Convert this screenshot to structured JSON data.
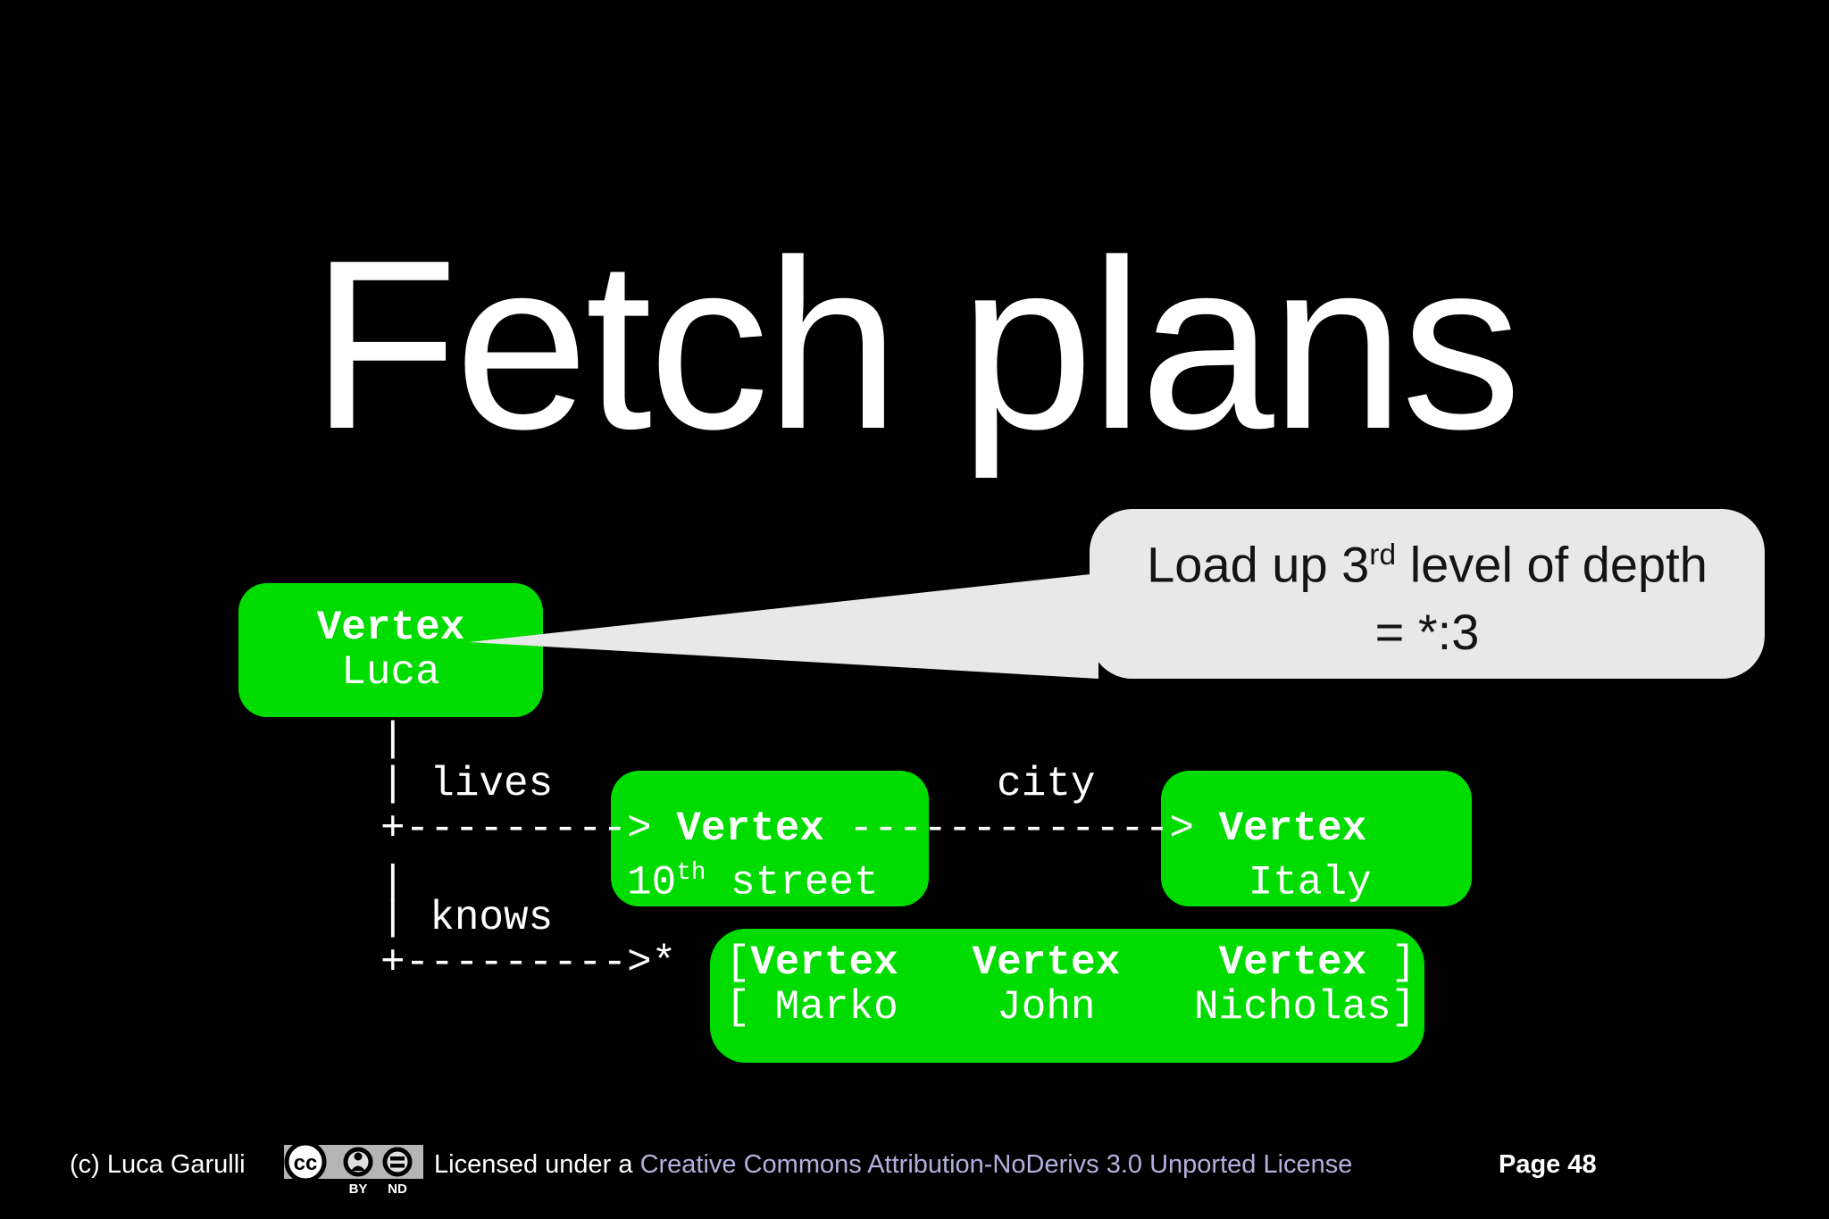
{
  "slide": {
    "title": "Fetch plans"
  },
  "bubble": {
    "line1": [
      {
        "t": "Load up 3"
      },
      {
        "t": "rd",
        "sup": true
      },
      {
        "t": " level of depth"
      }
    ],
    "line2": "= *:3"
  },
  "nodes": {
    "luca_type": "Vertex",
    "luca_name": "Luca"
  },
  "ascii": {
    "lines": [
      [
        {
          "t": "|"
        }
      ],
      [
        {
          "t": "| lives                  city"
        }
      ],
      [
        {
          "t": "+---------> "
        },
        {
          "t": "Vertex",
          "b": true
        },
        {
          "t": " -------------> "
        },
        {
          "t": "Vertex",
          "b": true
        }
      ],
      [
        {
          "t": "|         10"
        },
        {
          "t": "th",
          "sup": true
        },
        {
          "t": " street               "
        },
        {
          "t": "Italy"
        }
      ],
      [
        {
          "t": "| knows"
        }
      ],
      [
        {
          "t": "+--------->*  ["
        },
        {
          "t": "Vertex",
          "b": true
        },
        {
          "t": "   "
        },
        {
          "t": "Vertex",
          "b": true
        },
        {
          "t": "    "
        },
        {
          "t": "Vertex",
          "b": true
        },
        {
          "t": " ]"
        }
      ],
      [
        {
          "t": "              [ Marko    John    Nicholas]"
        }
      ]
    ]
  },
  "footer": {
    "copyright": "(c) Luca Garulli",
    "cc_logo": "cc",
    "cc_by": "BY",
    "cc_nd": "ND",
    "license_prefix": "Licensed under a ",
    "license_link": "Creative Commons Attribution-NoDerivs 3.0 Unported License",
    "page": "Page 48"
  },
  "colors": {
    "green": "#00dc00",
    "bubble_bg": "#e8e8e8",
    "link": "#b4b0de",
    "background": "#000000"
  }
}
